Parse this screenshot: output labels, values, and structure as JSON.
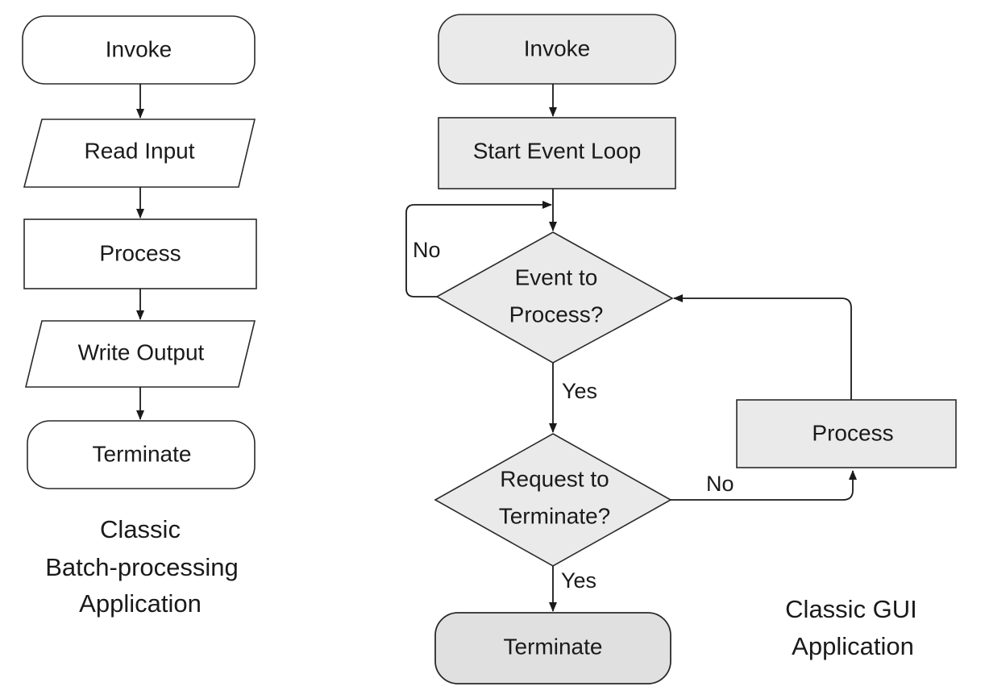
{
  "batch": {
    "invoke": "Invoke",
    "read_input": "Read Input",
    "process": "Process",
    "write_output": "Write Output",
    "terminate": "Terminate",
    "caption": [
      "Classic",
      "Batch-processing",
      "Application"
    ]
  },
  "gui": {
    "invoke": "Invoke",
    "start_event_loop": "Start Event Loop",
    "event_decision": [
      "Event to",
      "Process?"
    ],
    "request_decision": [
      "Request to",
      "Terminate?"
    ],
    "process": "Process",
    "terminate": "Terminate",
    "label_no_event": "No",
    "label_yes_event": "Yes",
    "label_no_terminate": "No",
    "label_yes_terminate": "Yes",
    "caption": [
      "Classic GUI",
      "Application"
    ]
  },
  "colors": {
    "gui_fill": "#eaeaea",
    "line": "#1a1a1a"
  }
}
